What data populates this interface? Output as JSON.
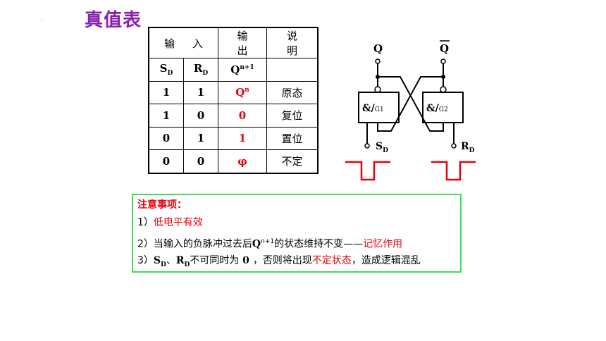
{
  "slide": {
    "title": "真值表"
  },
  "truth_table": {
    "header": {
      "input": "输 入",
      "output": "输 出",
      "note": "说 明"
    },
    "subheader": {
      "s": "S",
      "s_sub": "D",
      "r": "R",
      "r_sub": "D",
      "q": "Q",
      "q_sup": "n+1"
    },
    "rows": [
      {
        "s": "1",
        "r": "1",
        "q": "Q",
        "q_sup": "n",
        "note": "原态"
      },
      {
        "s": "1",
        "r": "0",
        "q": "0",
        "q_sup": "",
        "note": "复位"
      },
      {
        "s": "0",
        "r": "1",
        "q": "1",
        "q_sup": "",
        "note": "置位"
      },
      {
        "s": "0",
        "r": "0",
        "q": "φ",
        "q_sup": "",
        "note": "不定"
      }
    ]
  },
  "circuit": {
    "q_label": "Q",
    "qbar_label": "Q",
    "gate1_main": "&/",
    "gate1_sub": "G1",
    "gate2_main": "&/",
    "gate2_sub": "G2",
    "sd_main": "S",
    "sd_sub": "D",
    "rd_main": "R",
    "rd_sub": "D"
  },
  "notes": {
    "title": "注意事项：",
    "item1_prefix": "1）",
    "item1_text": "低电平有效",
    "item2_prefix": "2）当输入的负脉冲过去后",
    "item2_q": "Q",
    "item2_sup": "n+1",
    "item2_text": "的状态维持不变——",
    "item2_red": "记忆作用",
    "item3_prefix": "3）",
    "item3_s": "S",
    "item3_s_sub": "D",
    "item3_sep": "、",
    "item3_r": "R",
    "item3_r_sub": "D",
    "item3_text1": "不可同时为",
    "item3_zero": " 0 ",
    "item3_text2": "，否则将出现",
    "item3_red": "不定状态",
    "item3_text3": "，造成逻辑混乱"
  },
  "colors": {
    "title": "#8b1fb0",
    "accent_red": "#e8000b",
    "notes_border": "#3ddc52"
  }
}
